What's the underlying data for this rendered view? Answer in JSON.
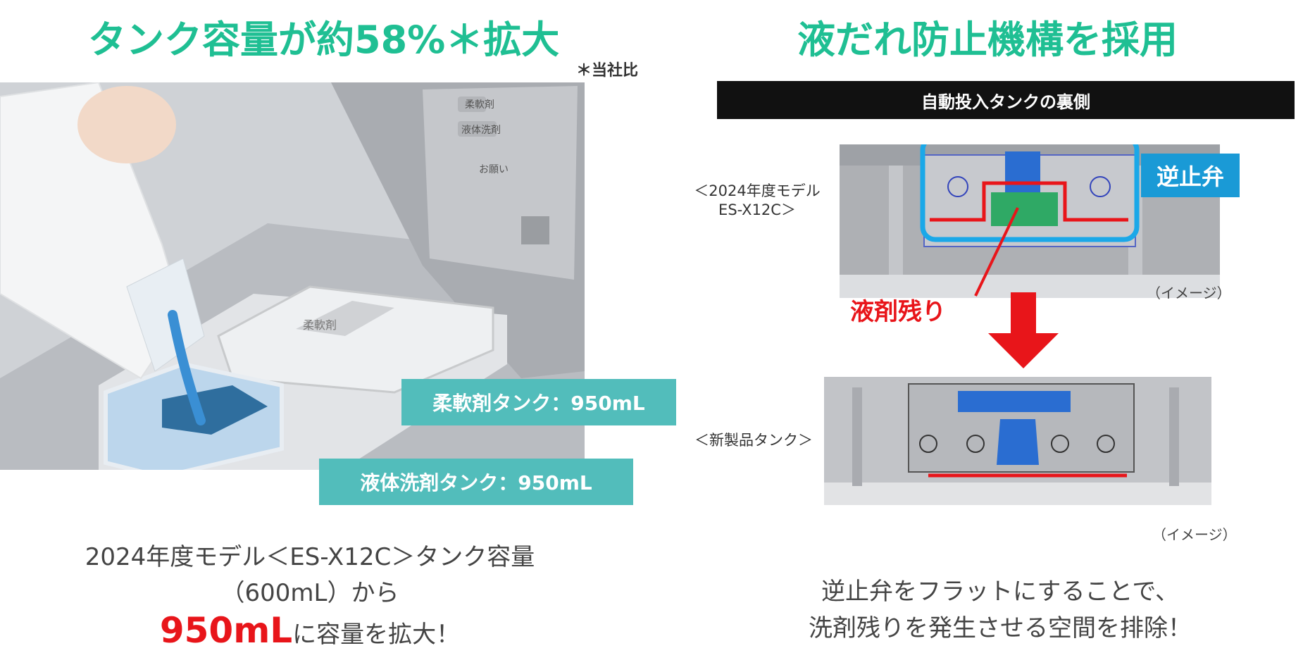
{
  "left": {
    "headline": "タンク容量が約58%＊拡大",
    "footnote": "＊当社比",
    "photo": {
      "softener_tank": "柔軟剤タンク：950mL",
      "detergent_tank": "液体洗剤タンク：950mL",
      "lid_text_1": "柔軟剤",
      "lid_text_2": "液体洗剤",
      "lid_text_3": "お願い",
      "tank_lid_text": "柔軟剤"
    },
    "line1": "2024年度モデル＜ES-X12C＞タンク容量",
    "line2": "（600mL）から",
    "line3_big": "950mL",
    "line3_rest": "に容量を拡大！"
  },
  "right": {
    "headline": "液だれ防止機構を採用",
    "bar": "自動投入タンクの裏側",
    "model_label_1": "＜2024年度モデル",
    "model_label_2": "ES-X12C＞",
    "check_valve": "逆止弁",
    "image_note_1": "（イメージ）",
    "residue": "液剤残り",
    "new_label": "＜新製品タンク＞",
    "image_note_2": "（イメージ）",
    "caption_1": "逆止弁をフラットにすることで、",
    "caption_2": "洗剤残りを発生させる空間を排除！"
  },
  "colors": {
    "headline": "#1fbf93",
    "teal_box": "#52bdbb",
    "red": "#e8151a",
    "blue": "#1a9ad6"
  }
}
